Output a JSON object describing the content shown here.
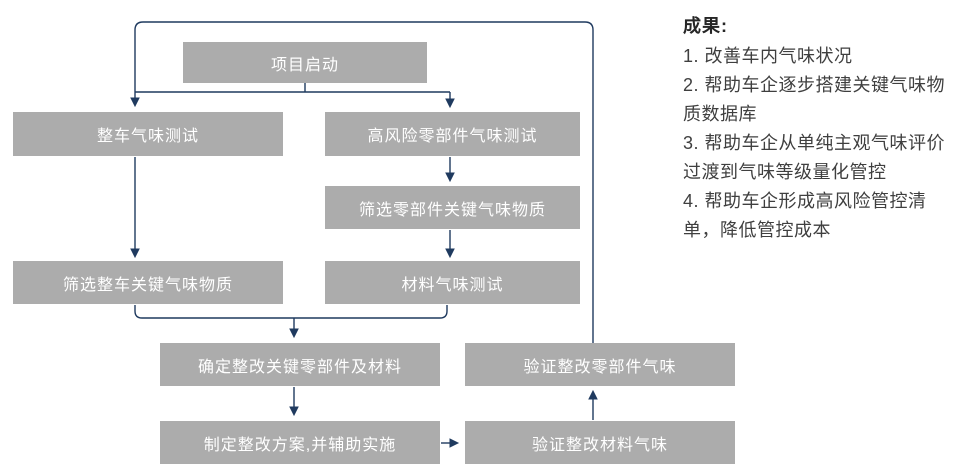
{
  "diagram": {
    "colors": {
      "node_bg": "#acacac",
      "node_text": "#ffffff",
      "arrow": "#1f3a5f"
    },
    "nodes": {
      "start": {
        "label": "项目启动"
      },
      "vehicle_test": {
        "label": "整车气味测试"
      },
      "parts_test": {
        "label": "高风险零部件气味测试"
      },
      "parts_screen": {
        "label": "筛选零部件关键气味物质"
      },
      "vehicle_screen": {
        "label": "筛选整车关键气味物质"
      },
      "material_test": {
        "label": "材料气味测试"
      },
      "determine": {
        "label": "确定整改关键零部件及材料"
      },
      "verify_parts": {
        "label": "验证整改零部件气味"
      },
      "plan": {
        "label": "制定整改方案,并辅助实施"
      },
      "verify_material": {
        "label": "验证整改材料气味"
      }
    }
  },
  "results_panel": {
    "title": "成果:",
    "items": [
      "1. 改善车内气味状况",
      "2. 帮助车企逐步搭建关键气味物质数据库",
      "3. 帮助车企从单纯主观气味评价过渡到气味等级量化管控",
      "4. 帮助车企形成高风险管控清单，降低管控成本"
    ]
  }
}
